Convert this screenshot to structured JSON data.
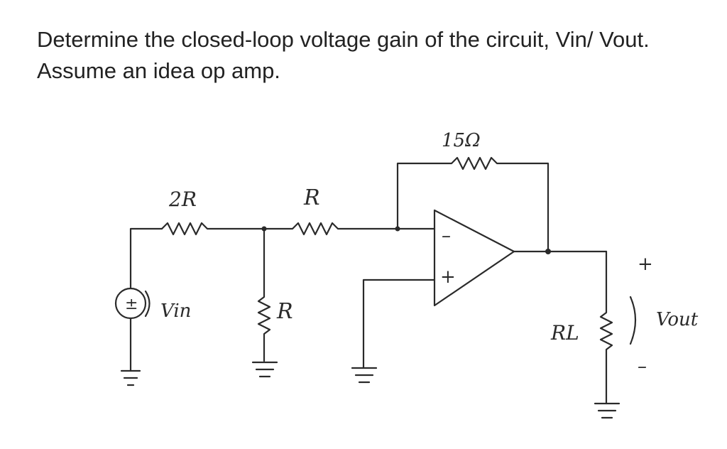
{
  "question": {
    "text": "Determine the closed-loop voltage gain of the circuit, Vin/ Vout. Assume an idea op amp."
  },
  "circuit": {
    "labels": {
      "r_in": "2R",
      "r_series": "R",
      "r_shunt": "R",
      "r_feedback": "15Ω",
      "r_load": "RL",
      "source_name": "Vin",
      "source_polarity": "±",
      "out_name": "Vout",
      "out_plus": "+",
      "out_minus": "–",
      "opamp_inverting": "–",
      "opamp_noninverting": "+"
    }
  }
}
